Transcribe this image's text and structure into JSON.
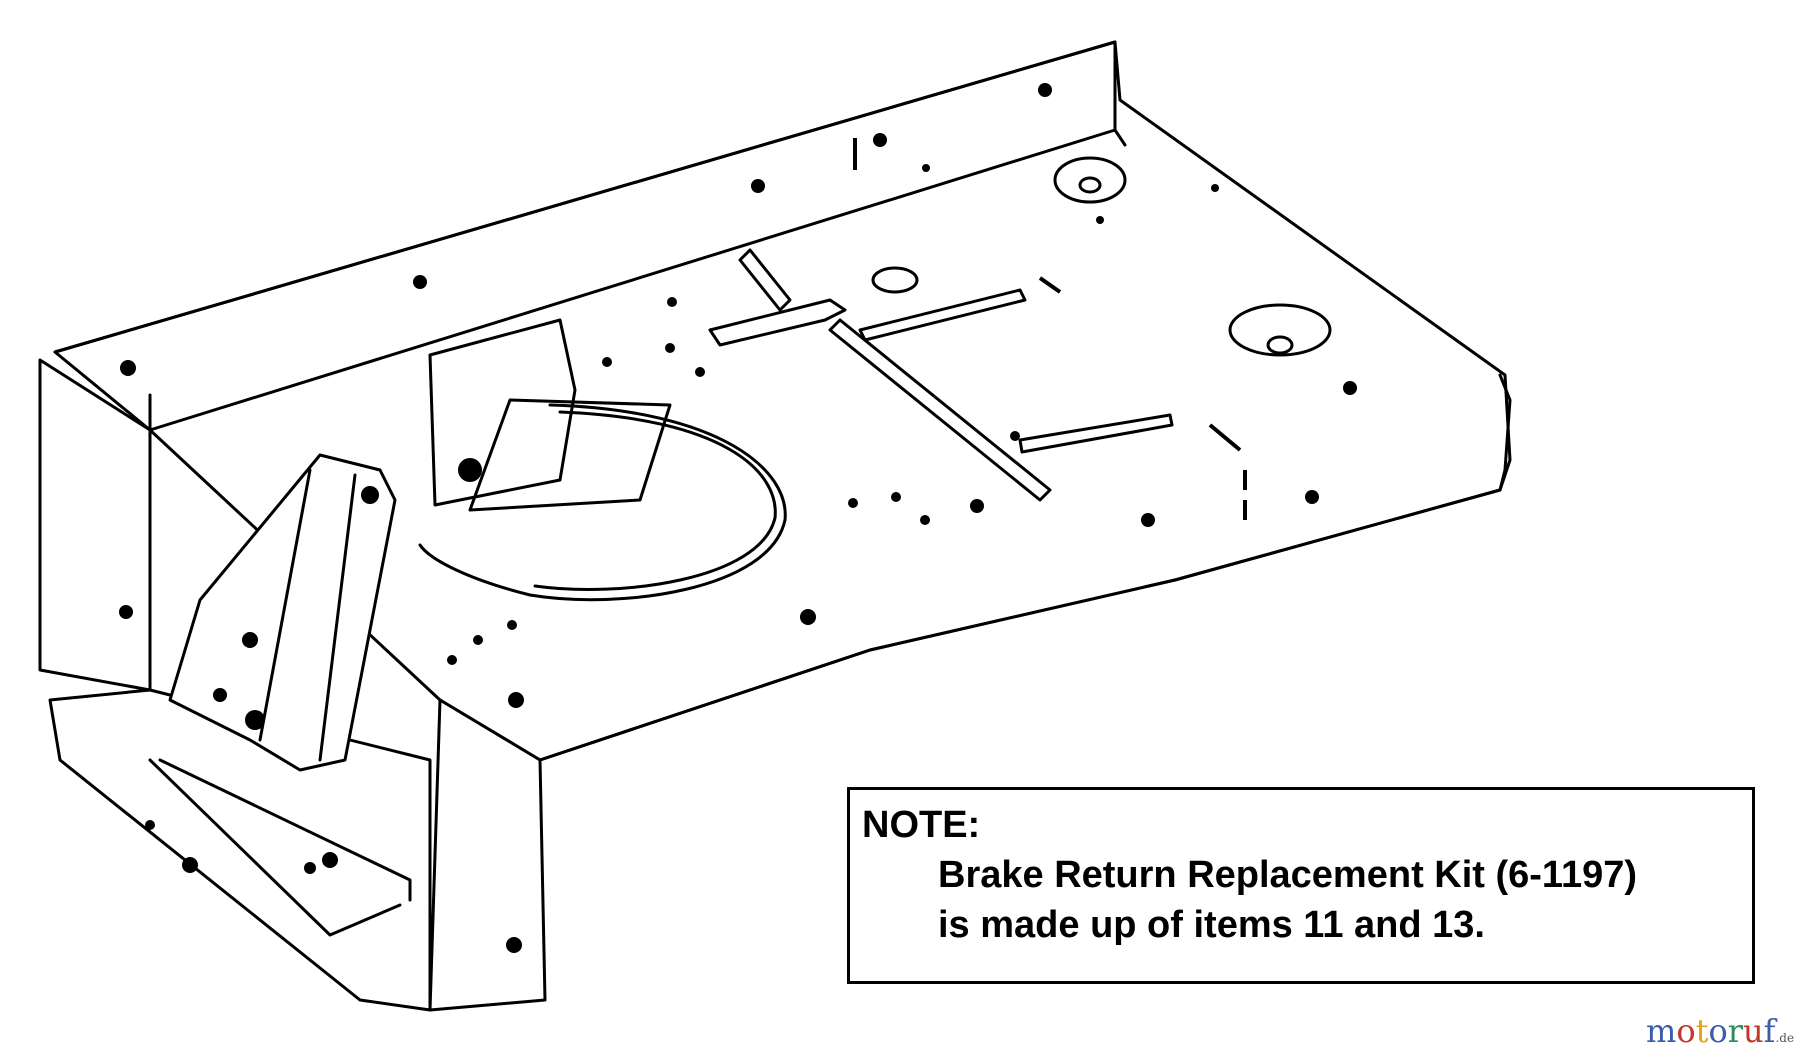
{
  "note": {
    "heading": "NOTE:",
    "line1": "Brake Return Replacement Kit (6-1197)",
    "line2": "is made up of items 11 and 13."
  },
  "watermark": {
    "text": "motoruf",
    "suffix": ".de",
    "colors": [
      "#3b5cab",
      "#c0392b",
      "#e2a51a",
      "#3b5cab",
      "#2e8b57",
      "#c0392b",
      "#3b5cab"
    ]
  }
}
